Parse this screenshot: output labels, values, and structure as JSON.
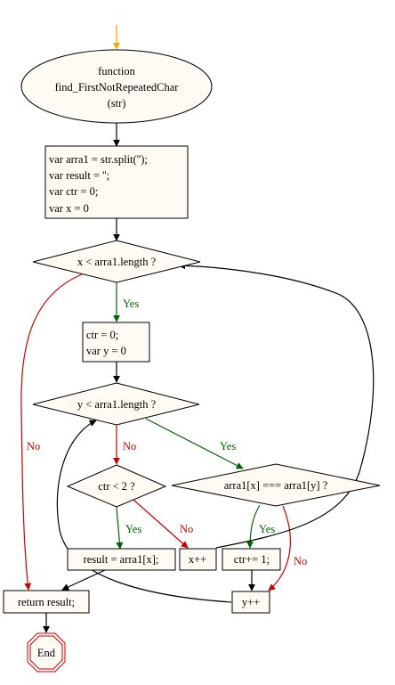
{
  "colors": {
    "start_arrow": "#ffa500",
    "node_fill": "#fffaf3",
    "node_stroke": "#000000",
    "yes_edge": "#006400",
    "no_edge": "#cc0000",
    "default_edge": "#000000",
    "end_stroke": "#cc0000"
  },
  "nodes": {
    "function_name": {
      "line1": "function",
      "line2": "find_FirstNotRepeatedChar",
      "line3": "(str)"
    },
    "init_block": {
      "line1": "var arra1 = str.split('');",
      "line2": "var result = '';",
      "line3": "var ctr = 0;",
      "line4": "var x = 0"
    },
    "outer_condition": "x < arra1.length ?",
    "reset_block": {
      "line1": "ctr = 0;",
      "line2": "var y = 0"
    },
    "inner_condition": "y < arra1.length ?",
    "ctr_condition": "ctr < 2 ?",
    "compare_condition": "arra1[x] === arra1[y] ?",
    "assign_result": "result = arra1[x];",
    "increment_x": "x++",
    "increment_ctr": "ctr+= 1;",
    "increment_y": "y++",
    "return_result": "return result;",
    "end": "End"
  },
  "edge_labels": {
    "outer_yes": "Yes",
    "outer_no": "No",
    "inner_no": "No",
    "inner_yes": "Yes",
    "ctr_yes": "Yes",
    "ctr_no": "No",
    "compare_yes": "Yes",
    "compare_no": "No"
  }
}
